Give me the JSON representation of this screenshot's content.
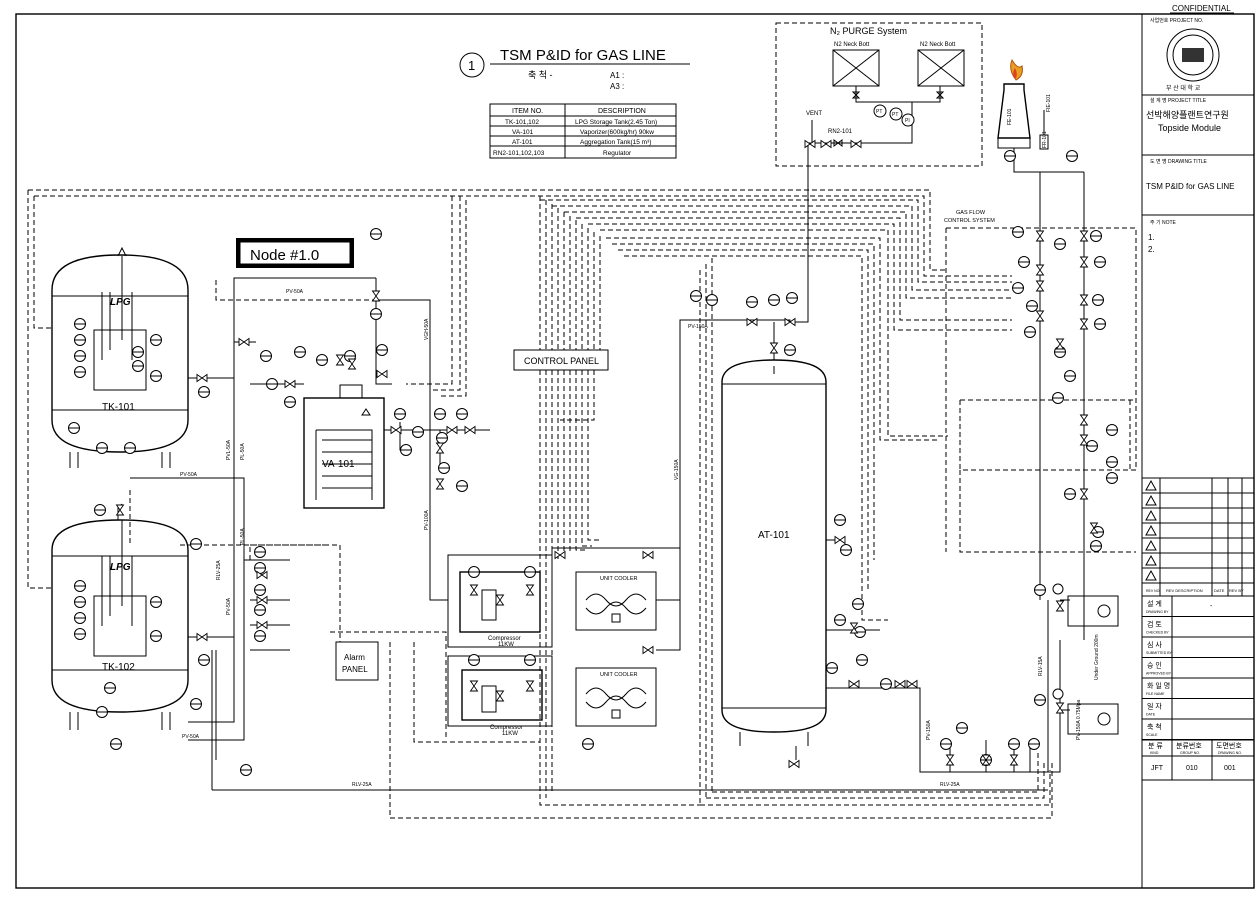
{
  "confidential": "CONFIDENTIAL",
  "title_block": {
    "sheet_no": "1",
    "title": "TSM P&ID for GAS LINE",
    "scale_label": "축 척 -",
    "a1": "A1 :",
    "a3": "A3 :"
  },
  "item_table": {
    "headers": [
      "ITEM NO.",
      "DESCRIPTION"
    ],
    "rows": [
      [
        "TK-101,102",
        "LPG Storage Tank(2.45 Ton)"
      ],
      [
        "VA-101",
        "Vaporizer(600kg/hr) 90kw"
      ],
      [
        "AT-101",
        "Aggregation Tank(15 m³)"
      ],
      [
        "RN2-101,102,103",
        "Regulator"
      ]
    ]
  },
  "purge": {
    "title": "N₂ PURGE System",
    "bottle1": "N2 Neck Bott",
    "bottle2": "N2 Neck Bott",
    "vent": "VENT",
    "regulator": "RN2-101",
    "inst": [
      "PT",
      "PT",
      "PI"
    ]
  },
  "node_label": "Node #1.0",
  "equipment": {
    "tk101": "TK-101",
    "tk102": "TK-102",
    "va101": "VA-101",
    "at101": "AT-101",
    "control_panel": "CONTROL PANEL",
    "alarm_panel_1": "Alarm",
    "alarm_panel_2": "PANEL",
    "cooler1": "UNIT COOLER",
    "cooler2": "UNIT COOLER",
    "comp1": "Compressor",
    "comp1_kw": "11KW",
    "comp2": "Compressor",
    "comp2_kw": "11KW",
    "gas_flow_1": "GAS FLOW",
    "gas_flow_2": "CONTROL SYSTEM",
    "flare_1": "FE-101",
    "flare_2": "FIE-101",
    "flare_3": "FR-101"
  },
  "line_labels": {
    "pv50a_top": "PV-50A",
    "pv50a_mid": "PV-50A",
    "pv50a_bot": "PV-50A",
    "pvl50a": "PVL-50A",
    "pl50a": "PL-50A",
    "pv50a_v": "PV-50A",
    "rlv25a_v": "RLV-25A",
    "vgh50a": "VGH-50A",
    "pv100a": "PV-100A",
    "vg150a": "VG-150A",
    "pv150a_top": "PV-150A",
    "rlv25a_bot": "RLV-25A",
    "rlv25a_bot2": "RLV-25A",
    "pv150a_v": "PV-150A",
    "rlv15a": "RLV-15A",
    "pv150a_mpa": "PV-150A  0.75Mpa",
    "underground": "Under Ground 200m"
  },
  "right_panel": {
    "project_no_label": "사업번호 PROJECT NO.",
    "university": "부 산 대 학 교",
    "project_title_label": "설 계 명 PROJECT TITLE",
    "project_title_1": "선박해양플랜트연구원",
    "project_title_2": "Topside Module",
    "drawing_title_label": "도 면 명 DRAWING TITLE",
    "drawing_title": "TSM P&ID for GAS LINE",
    "note_label": "주 기 NOTE",
    "notes": [
      "1.",
      "2."
    ],
    "rev_headers": [
      "REV NO.",
      "REV DESCRIPTION",
      "DATE",
      "REV BY"
    ],
    "roles": [
      {
        "kr": "설 계",
        "en": "DRAWING BY",
        "value": "-"
      },
      {
        "kr": "검 토",
        "en": "CHECKED BY",
        "value": ""
      },
      {
        "kr": "심 사",
        "en": "SUBMITTED BY",
        "value": ""
      },
      {
        "kr": "승 인",
        "en": "APPROVED BY",
        "value": ""
      },
      {
        "kr": "화 일 명",
        "en": "FILE NAME",
        "value": ""
      },
      {
        "kr": "일 자",
        "en": "DATE",
        "value": ""
      },
      {
        "kr": "축 척",
        "en": "SCALE",
        "value": ""
      }
    ],
    "classification_headers": [
      "분 류",
      "분류번호",
      "도면번호"
    ],
    "classification_sub": [
      "KIND",
      "GROUP NO.",
      "DRAWING NO."
    ],
    "classification_values": [
      "JFT",
      "010",
      "001"
    ]
  }
}
